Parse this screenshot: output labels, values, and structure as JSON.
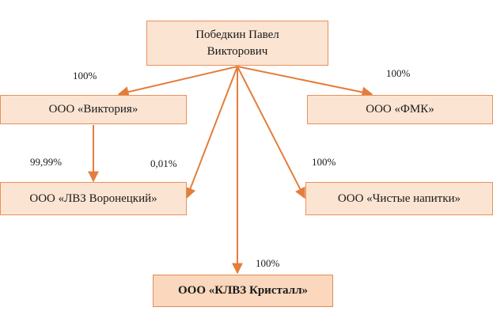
{
  "nodes": {
    "owner": "Победкин Павел\nВикторович",
    "viktoria": "ООО «Виктория»",
    "fmk": "ООО «ФМК»",
    "voronetsky": "ООО «ЛВЗ Воронецкий»",
    "chistye": "ООО «Чистые напитки»",
    "kristall": "ООО «КЛВЗ Кристалл»"
  },
  "edges": {
    "owner_viktoria": "100%",
    "owner_fmk": "100%",
    "viktoria_voronetsky": "99,99%",
    "owner_voronetsky": "0,01%",
    "owner_chistye": "100%",
    "owner_kristall": "100%"
  },
  "colors": {
    "box_fill": "#fce4d2",
    "box_border": "#e6915c",
    "arrow": "#e47d3c"
  }
}
